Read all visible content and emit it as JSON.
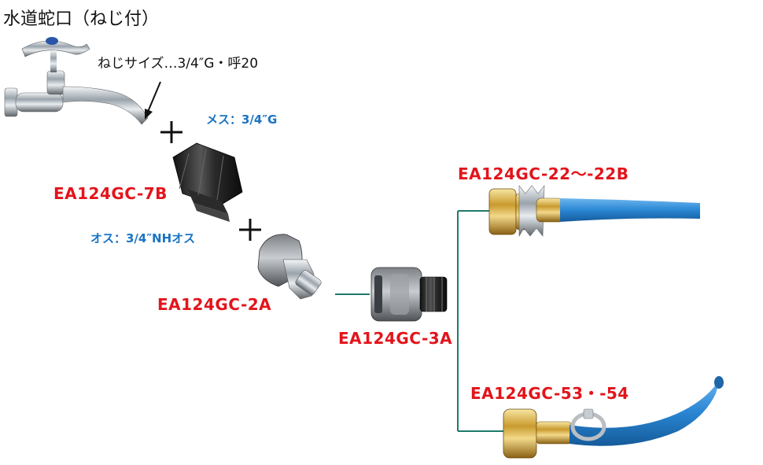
{
  "title": "水道蛇口（ねじ付）",
  "thread_note": "ねじサイズ…3/4″G・呼20",
  "female_label": "メス：3/4″G",
  "male_label": "オス：3/4″NHオス",
  "plus_symbol": "+",
  "parts": {
    "p7b": "EA124GC-7B",
    "p2a": "EA124GC-2A",
    "p3a": "EA124GC-3A",
    "p22": "EA124GC-22～-22B",
    "p53": "EA124GC-53・-54"
  },
  "colors": {
    "part_label": "#e3141b",
    "spec_label": "#1a74c4",
    "connector_line": "#1f7a6a",
    "hose": "#2a86d4"
  }
}
